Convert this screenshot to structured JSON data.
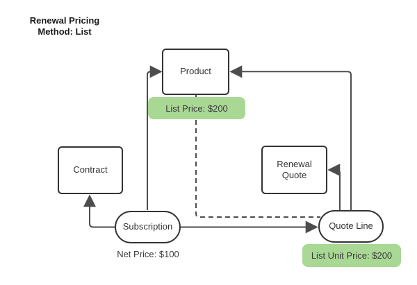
{
  "title": {
    "lines": [
      "Renewal Pricing",
      "Method: List"
    ]
  },
  "nodes": {
    "product": {
      "label": "Product",
      "shape": "rectangle"
    },
    "contract": {
      "label": "Contract",
      "shape": "rectangle"
    },
    "renewal_quote": {
      "label": "Renewal Quote",
      "shape": "rectangle"
    },
    "subscription": {
      "label": "Subscription",
      "shape": "stadium"
    },
    "quote_line": {
      "label": "Quote Line",
      "shape": "stadium"
    }
  },
  "annotations": {
    "list_price": {
      "label": "List Price: $200",
      "highlighted": true
    },
    "net_price": {
      "label": "Net Price: $100",
      "highlighted": false
    },
    "list_unit_price": {
      "label": "List Unit Price: $200",
      "highlighted": true
    }
  },
  "edges": [
    {
      "from": "Subscription",
      "to": "Product",
      "style": "solid",
      "arrow": true
    },
    {
      "from": "Quote Line",
      "to": "Product",
      "style": "solid",
      "arrow": true
    },
    {
      "from": "Quote Line",
      "to": "Renewal Quote",
      "style": "solid",
      "arrow": true
    },
    {
      "from": "Subscription",
      "to": "Contract",
      "style": "solid",
      "arrow": true
    },
    {
      "from": "Subscription",
      "to": "Quote Line",
      "style": "solid",
      "arrow": true
    },
    {
      "from": "Product",
      "to": "Quote Line",
      "style": "dashed",
      "arrow": false
    }
  ],
  "colors": {
    "highlight_bg": "#a9d794",
    "line": "#4d4d4d",
    "node_border": "#333333",
    "background": "#ffffff"
  }
}
